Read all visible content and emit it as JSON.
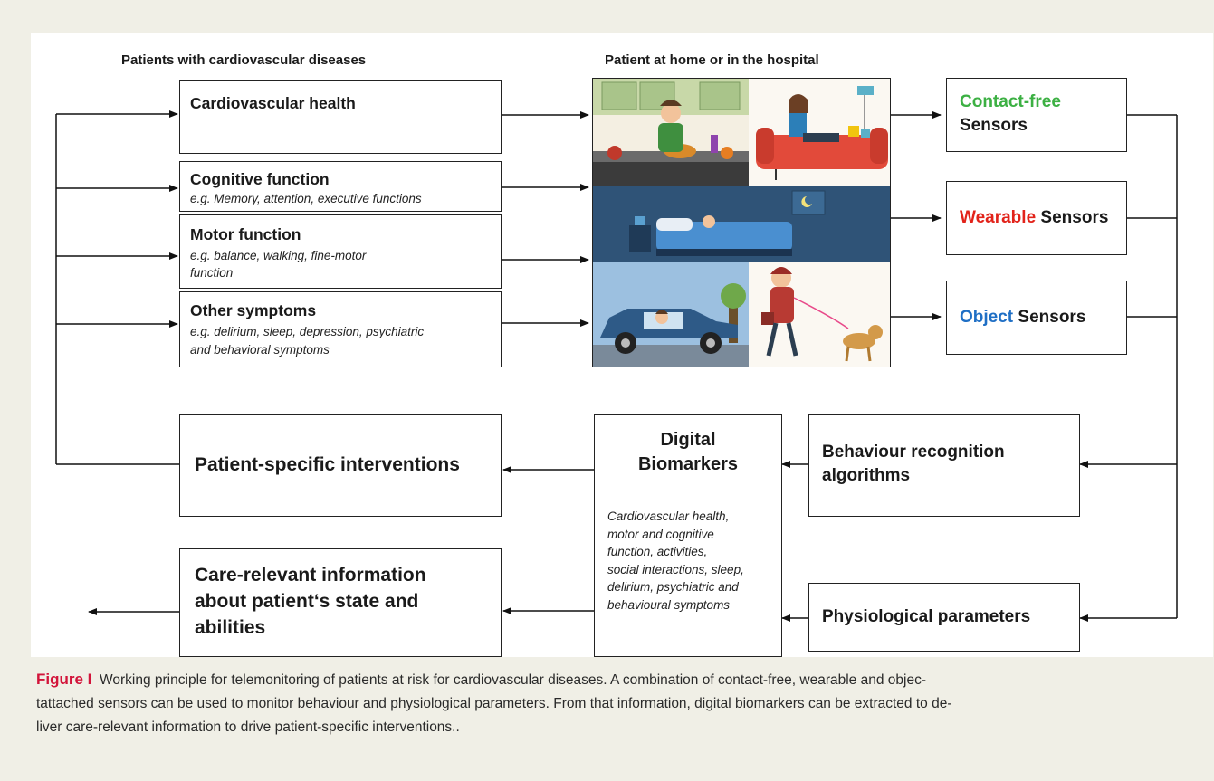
{
  "headers": {
    "patients": "Patients with cardiovascular diseases",
    "setting": "Patient at home or in the hospital"
  },
  "conditions": [
    {
      "title": "Cardiovascular health",
      "sub": ""
    },
    {
      "title": "Cognitive function",
      "sub": "e.g. Memory, attention, executive functions"
    },
    {
      "title": "Motor function",
      "sub_lines": [
        "e.g. balance, walking, fine-motor",
        "function"
      ]
    },
    {
      "title": "Other symptoms",
      "sub_lines": [
        "e.g. delirium, sleep, depression, psychiatric",
        "and behavioral symptoms"
      ]
    }
  ],
  "sensors": [
    {
      "highlight": "Contact-free",
      "rest": "Sensors",
      "color": "#3cb043"
    },
    {
      "highlight": "Wearable",
      "rest": " Sensors",
      "color": "#e2231a"
    },
    {
      "highlight": "Object",
      "rest": " Sensors",
      "color": "#1f6fc5"
    }
  ],
  "algorithms": {
    "behaviour": [
      "Behaviour recognition",
      "algorithms"
    ],
    "physiological": "Physiological parameters"
  },
  "biomarkers": {
    "title": [
      "Digital",
      "Biomarkers"
    ],
    "desc": [
      "Cardiovascular health,",
      "motor and cognitive",
      "function, activities,",
      "social interactions, sleep,",
      "delirium, psychiatric and",
      "behavioural symptoms"
    ]
  },
  "outputs": {
    "interventions": "Patient-specific interventions",
    "care_info": [
      "Care-relevant information",
      "about patient‘s state and",
      "abilities"
    ]
  },
  "caption": {
    "label": "Figure I",
    "text": "Working principle for telemonitoring of patients at risk for cardiovascular diseases. A combination of contact-free, wearable and objec-",
    "line2": "tattached sensors can be used to monitor behaviour and physiological parameters. From that information, digital biomarkers can be extracted to de-",
    "line3": "liver care-relevant information to drive patient-specific interventions.."
  }
}
